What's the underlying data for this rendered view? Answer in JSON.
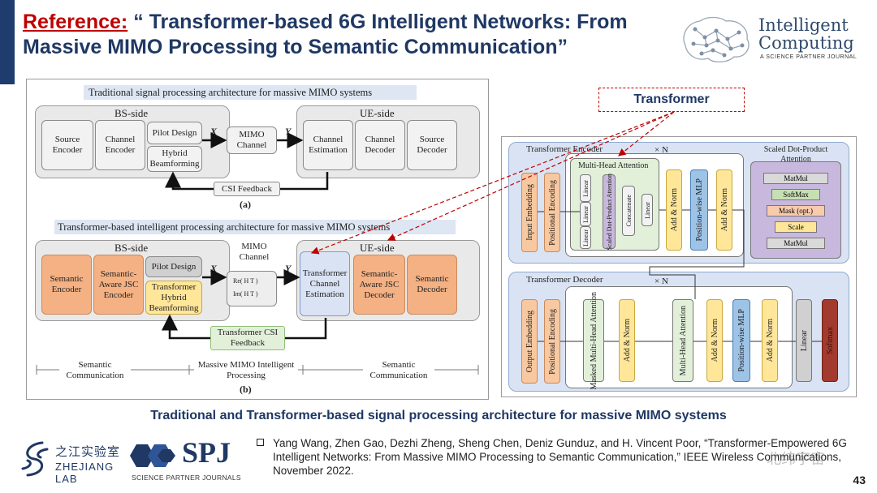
{
  "header": {
    "reference_label": "Reference:",
    "title_text": "“ Transformer-based 6G Intelligent Networks: From Massive MIMO Processing to Semantic Communication”"
  },
  "logo": {
    "line1": "Intelligent",
    "line2": "Computing",
    "tagline": "A SCIENCE PARTNER JOURNAL"
  },
  "diagram_left": {
    "traditional": {
      "title": "Traditional signal processing architecture for massive MIMO systems",
      "bs_side": "BS-side",
      "ue_side": "UE-side",
      "source_encoder": "Source Encoder",
      "channel_encoder": "Channel Encoder",
      "pilot_design": "Pilot Design",
      "hybrid_beamforming": "Hybrid Beamforming",
      "x": "X",
      "mimo_channel": "MIMO Channel",
      "y": "Y",
      "channel_estimation": "Channel Estimation",
      "channel_decoder": "Channel Decoder",
      "source_decoder": "Source Decoder",
      "csi_feedback": "CSI Feedback",
      "label": "(a)"
    },
    "transformer": {
      "title": "Transformer-based intelligent processing architecture for massive MIMO systems",
      "bs_side": "BS-side",
      "ue_side": "UE-side",
      "semantic_encoder": "Semantic Encoder",
      "semantic_jsc_encoder": "Semantic-Aware JSC Encoder",
      "pilot_design": "Pilot Design",
      "transformer_hybrid_beamforming": "Transformer Hybrid Beamforming",
      "x": "X",
      "mimo_channel": "MIMO Channel",
      "re_h": "Re( H T )",
      "im_h": "Im( H T )",
      "y": "Y",
      "transformer_channel_estimation": "Transformer Channel Estimation",
      "semantic_jsc_decoder": "Semantic-Aware JSC Decoder",
      "semantic_decoder": "Semantic Decoder",
      "transformer_csi_feedback": "Transformer CSI Feedback",
      "label": "(b)"
    },
    "bottom": {
      "semantic_comm_left": "Semantic Communication",
      "massive_mimo": "Massive MIMO Intelligent Processing",
      "semantic_comm_right": "Semantic Communication"
    }
  },
  "diagram_right": {
    "callout": "Transformer",
    "encoder_title": "Transformer Encoder",
    "times_n": "× N",
    "decoder_title": "Transformer Decoder",
    "input_embedding": "Input Embedding",
    "positional_encoding": "Positional Encoding",
    "multi_head_attention": "Multi-Head Attention",
    "linear": "Linear",
    "scaled_attention_vertical": "Scaled Dot-Product Attention",
    "concatenate": "Concatenate",
    "add_norm": "Add & Norm",
    "position_wise_mlp": "Position-wise MLP",
    "sdpa_title": "Scaled Dot-Product Attention",
    "matmul": "MatMul",
    "softmax": "SoftMax",
    "mask": "Mask (opt.)",
    "scale": "Scale",
    "output_embedding": "Output Embedding",
    "masked_mha": "Masked Multi-Head Attention",
    "softmax_dec": "Softmax"
  },
  "caption": "Traditional and Transformer-based signal processing architecture for massive MIMO systems",
  "footer_logos": {
    "zhejiang_cn": "之江实验室",
    "zhejiang_en": "ZHEJIANG LAB",
    "spj": "SPJ",
    "spj_sub": "SCIENCE PARTNER JOURNALS"
  },
  "citation": "Yang Wang, Zhen Gao, Dezhi Zheng, Sheng Chen, Deniz Gunduz, and H. Vincent Poor, “Transformer-Empowered 6G Intelligent Networks: From Massive MIMO Processing to Semantic Communication,” IEEE Wireless Communications, November 2022.",
  "watermark": "北纬宇宙",
  "page_number": "43",
  "colors": {
    "title_blue": "#1f3864",
    "reference_red": "#c00000",
    "accent_bar": "#1f3c6e",
    "callout_red": "#c00000"
  }
}
